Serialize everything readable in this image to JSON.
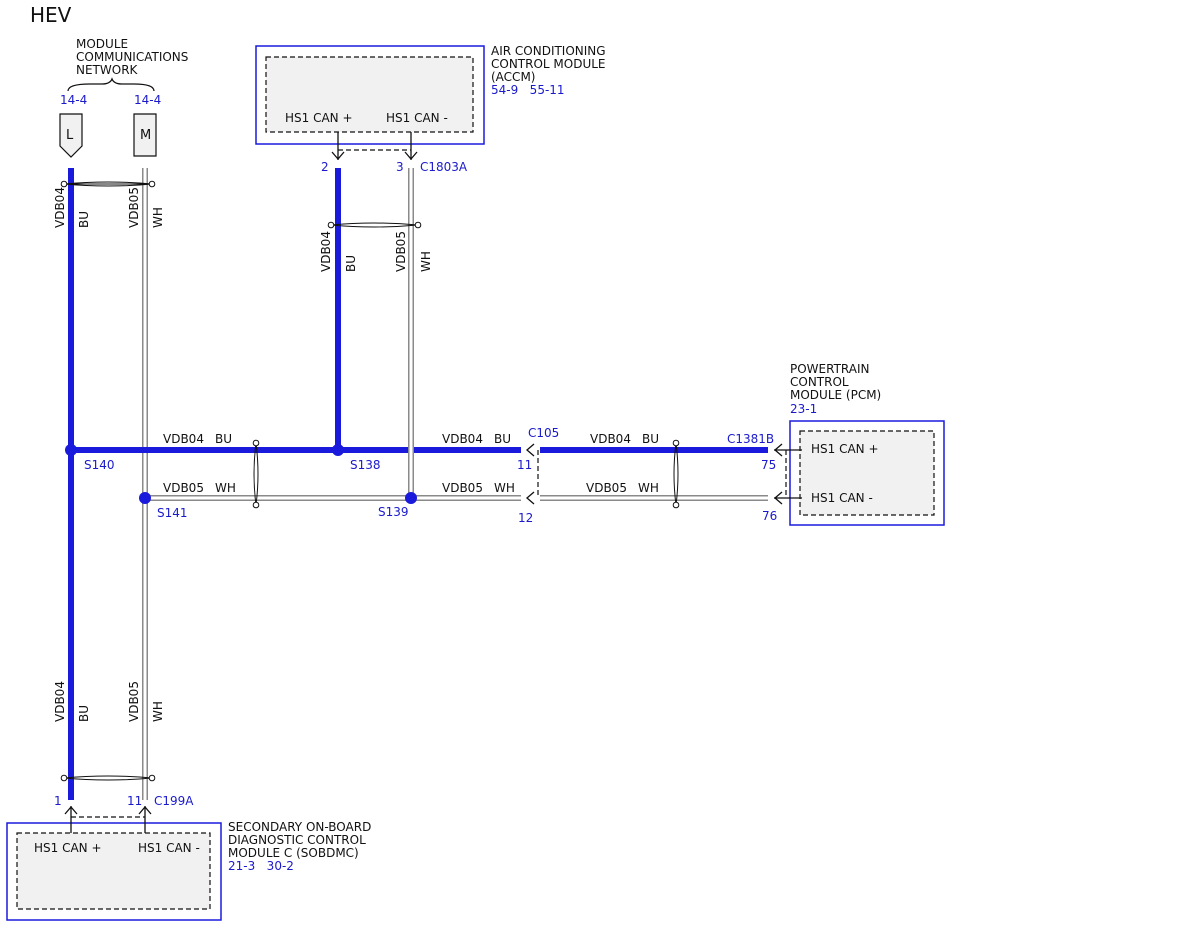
{
  "title": "HEV",
  "network": {
    "label_lines": [
      "MODULE",
      "COMMUNICATIONS",
      "NETWORK"
    ],
    "ref_left": "14-4",
    "ref_right": "14-4",
    "pin_left": "L",
    "pin_right": "M"
  },
  "accm": {
    "name_lines": [
      "AIR CONDITIONING",
      "CONTROL MODULE",
      "(ACCM)"
    ],
    "refs": "54-9   55-11",
    "pin_plus_label": "HS1 CAN +",
    "pin_minus_label": "HS1 CAN -",
    "pin_plus_num": "2",
    "pin_minus_num": "3",
    "connector": "C1803A"
  },
  "pcm": {
    "name_lines": [
      "POWERTRAIN",
      "CONTROL",
      "MODULE (PCM)"
    ],
    "ref": "23-1",
    "pin_plus_label": "HS1 CAN +",
    "pin_minus_label": "HS1 CAN -",
    "pin_plus_num": "75",
    "pin_minus_num": "76",
    "connector": "C1381B"
  },
  "sobdmc": {
    "name_lines": [
      "SECONDARY ON-BOARD",
      "DIAGNOSTIC CONTROL",
      "MODULE C (SOBDMC)"
    ],
    "refs": "21-3   30-2",
    "pin_plus_label": "HS1 CAN +",
    "pin_minus_label": "HS1 CAN -",
    "pin_plus_num": "1",
    "pin_minus_num": "11",
    "connector": "C199A"
  },
  "inline_connector": {
    "name": "C105",
    "pin_plus": "11",
    "pin_minus": "12"
  },
  "splices": {
    "s140": "S140",
    "s141": "S141",
    "s138": "S138",
    "s139": "S139"
  },
  "wires": {
    "plus_circuit": "VDB04",
    "plus_color": "BU",
    "minus_circuit": "VDB05",
    "minus_color": "WH"
  },
  "colors": {
    "wire_blue": "#1a1add",
    "ref_blue": "#1a1acc"
  }
}
